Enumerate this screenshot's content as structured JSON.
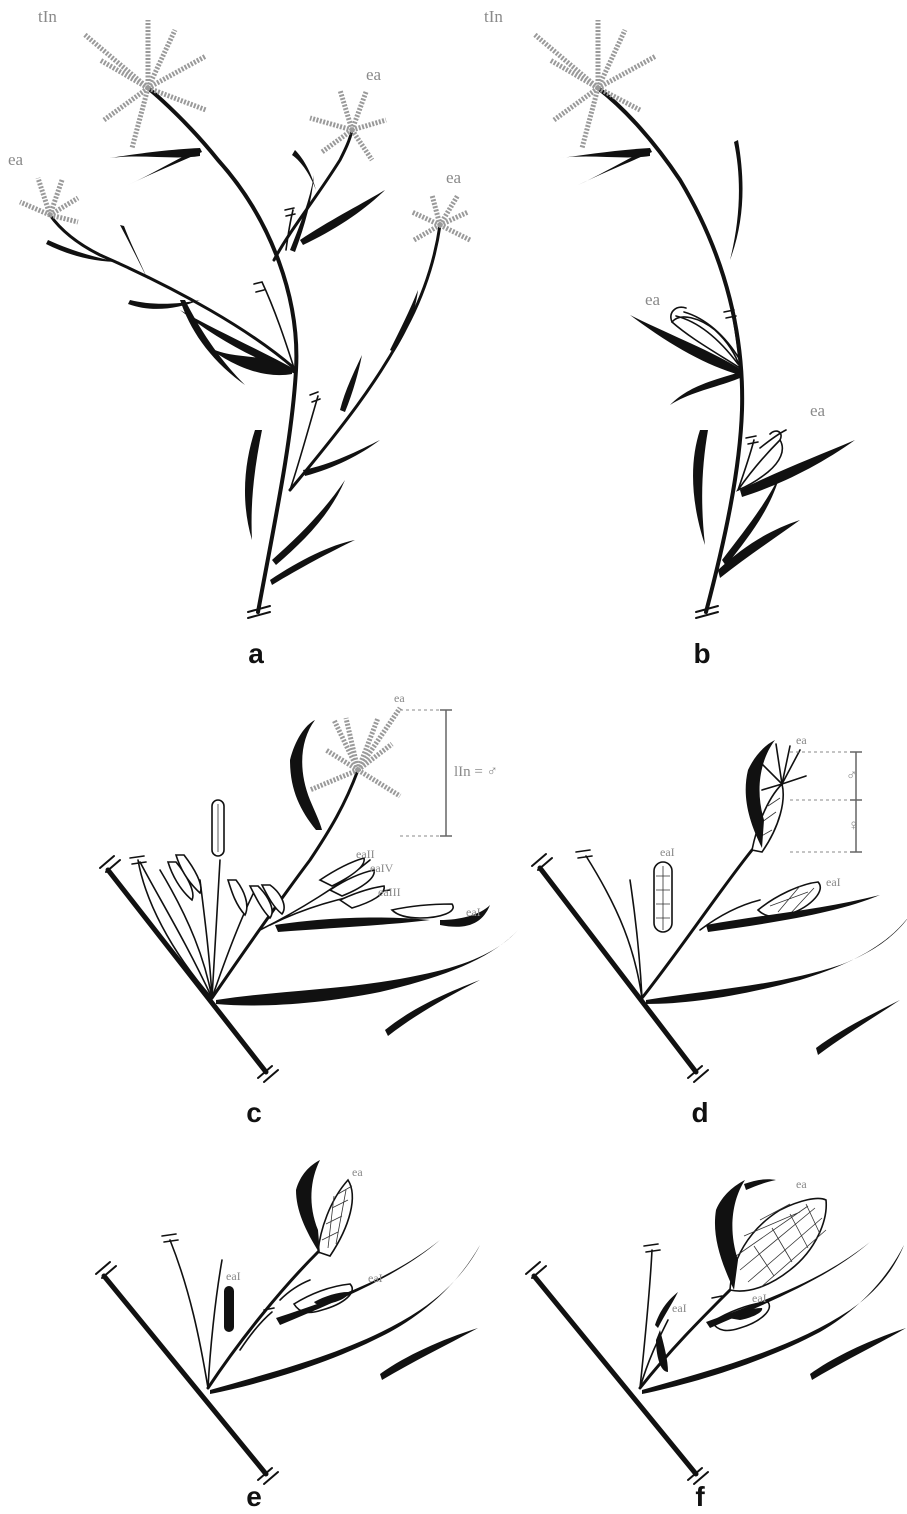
{
  "panels": [
    {
      "id": "a",
      "label": "a",
      "annotations": [
        "tIn",
        "ea",
        "ea",
        "ea"
      ]
    },
    {
      "id": "b",
      "label": "b",
      "annotations": [
        "tIn",
        "ea",
        "ea"
      ]
    },
    {
      "id": "c",
      "label": "c",
      "annotations": [
        "ea",
        "lIn = ♂",
        "eaII",
        "eaIV",
        "eaIII",
        "eaI"
      ]
    },
    {
      "id": "d",
      "label": "d",
      "annotations": [
        "ea",
        "♂",
        "♀",
        "eaI",
        "eaI"
      ]
    },
    {
      "id": "e",
      "label": "e",
      "annotations": [
        "ea",
        "eaI",
        "eaI"
      ]
    },
    {
      "id": "f",
      "label": "f",
      "annotations": [
        "ea",
        "eaI",
        "eaI"
      ]
    }
  ]
}
